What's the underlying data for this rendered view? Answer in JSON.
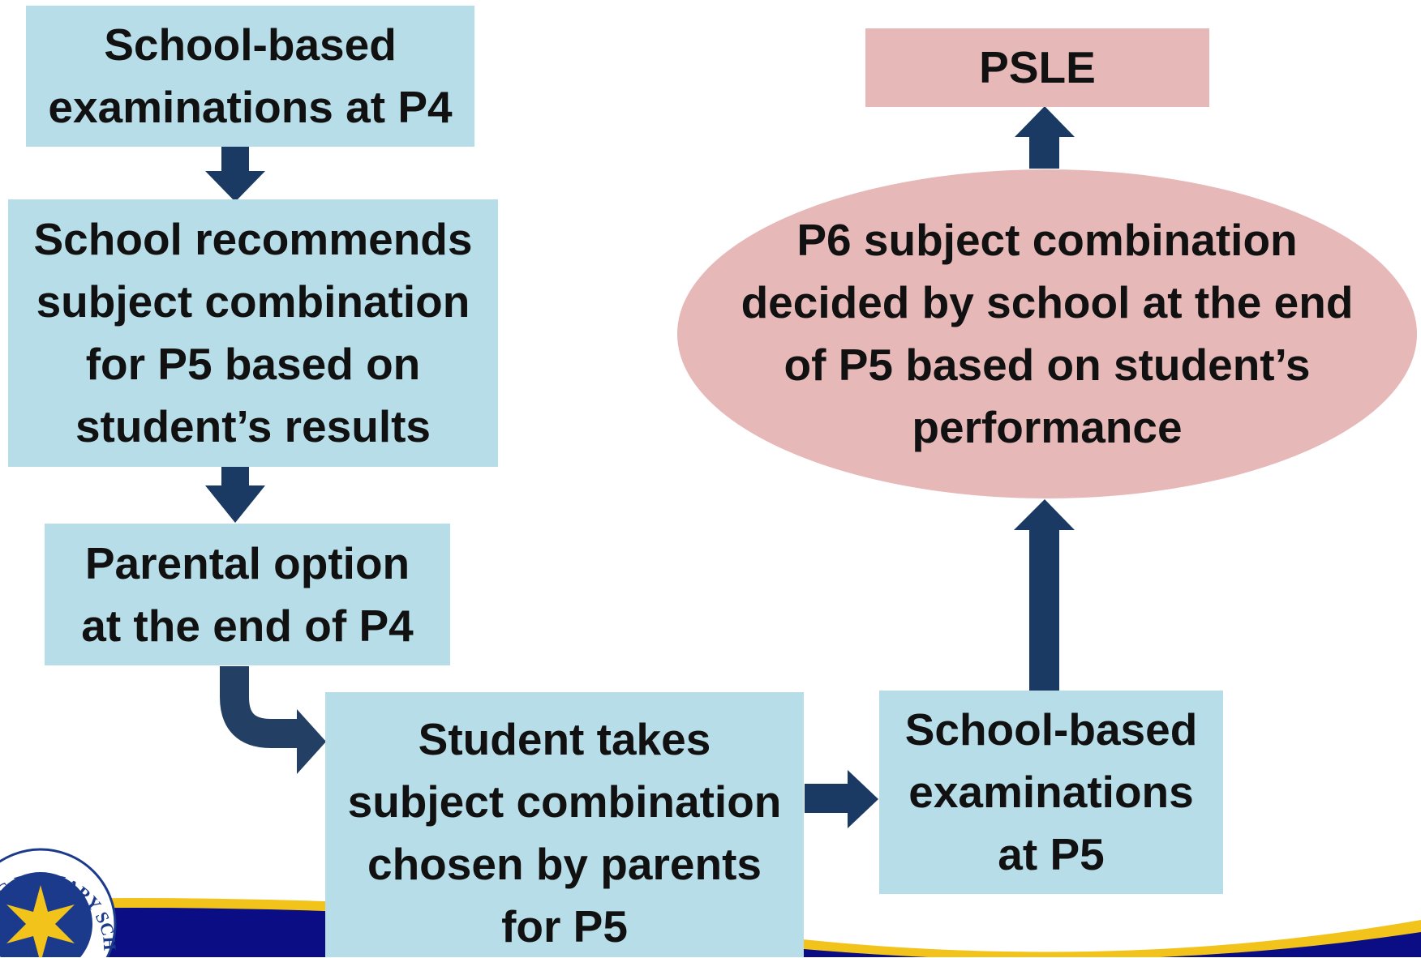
{
  "colors": {
    "box_fill": "#b7dde8",
    "highlight_fill": "#e6b8b7",
    "arrow": "#1b3a63",
    "banner_navy": "#0b0d85",
    "banner_gold": "#f2c31b"
  },
  "nodes": {
    "p4_exams": "School-based\nexaminations at P4",
    "school_recommends": "School recommends\nsubject combination\nfor P5 based on\nstudent’s results",
    "parental_option": "Parental option\nat the end of P4",
    "student_takes": "Student takes\nsubject combination\nchosen by parents\nfor P5",
    "p5_exams": "School-based\nexaminations\nat P5",
    "p6_decided": "P6 subject combination\ndecided by school at the end\nof P5 based on student’s\nperformance",
    "psle": "PSLE"
  },
  "logo": {
    "text": "NG PRIMARY SCHOOL",
    "icon": "school-crest-icon"
  }
}
